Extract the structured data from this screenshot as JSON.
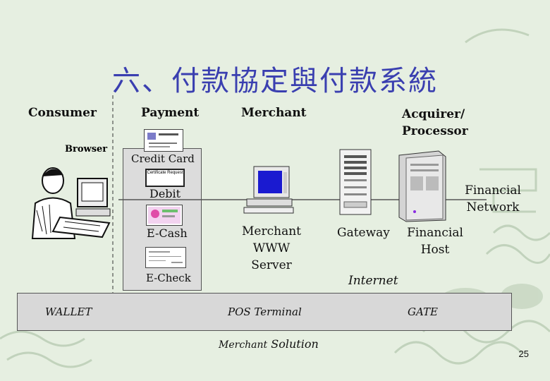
{
  "title": "六、付款協定與付款系統",
  "columns": {
    "consumer": "Consumer",
    "payment": "Payment",
    "merchant": "Merchant",
    "acquirer": "Acquirer/ Processor"
  },
  "consumer": {
    "browser": "Browser",
    "wallet": "WALLET"
  },
  "payment": {
    "credit_card": "Credit Card",
    "certificate_request": "Certificate Request",
    "debit": "Debit",
    "ecash": "E-Cash",
    "echeck": "E-Check"
  },
  "merchant": {
    "server_label": "Merchant WWW Server",
    "pos_terminal": "POS Terminal",
    "solution_prefix": "Merchant",
    "solution_suffix": "Solution"
  },
  "network": {
    "gateway": "Gateway",
    "internet": "Internet",
    "financial_host": "Financial Host",
    "financial_network": "Financial Network",
    "gate": "GATE"
  },
  "page_number": "25",
  "colors": {
    "title": "#3a3fb0",
    "background": "#e6efe1",
    "panel": "#dcdcdc"
  }
}
